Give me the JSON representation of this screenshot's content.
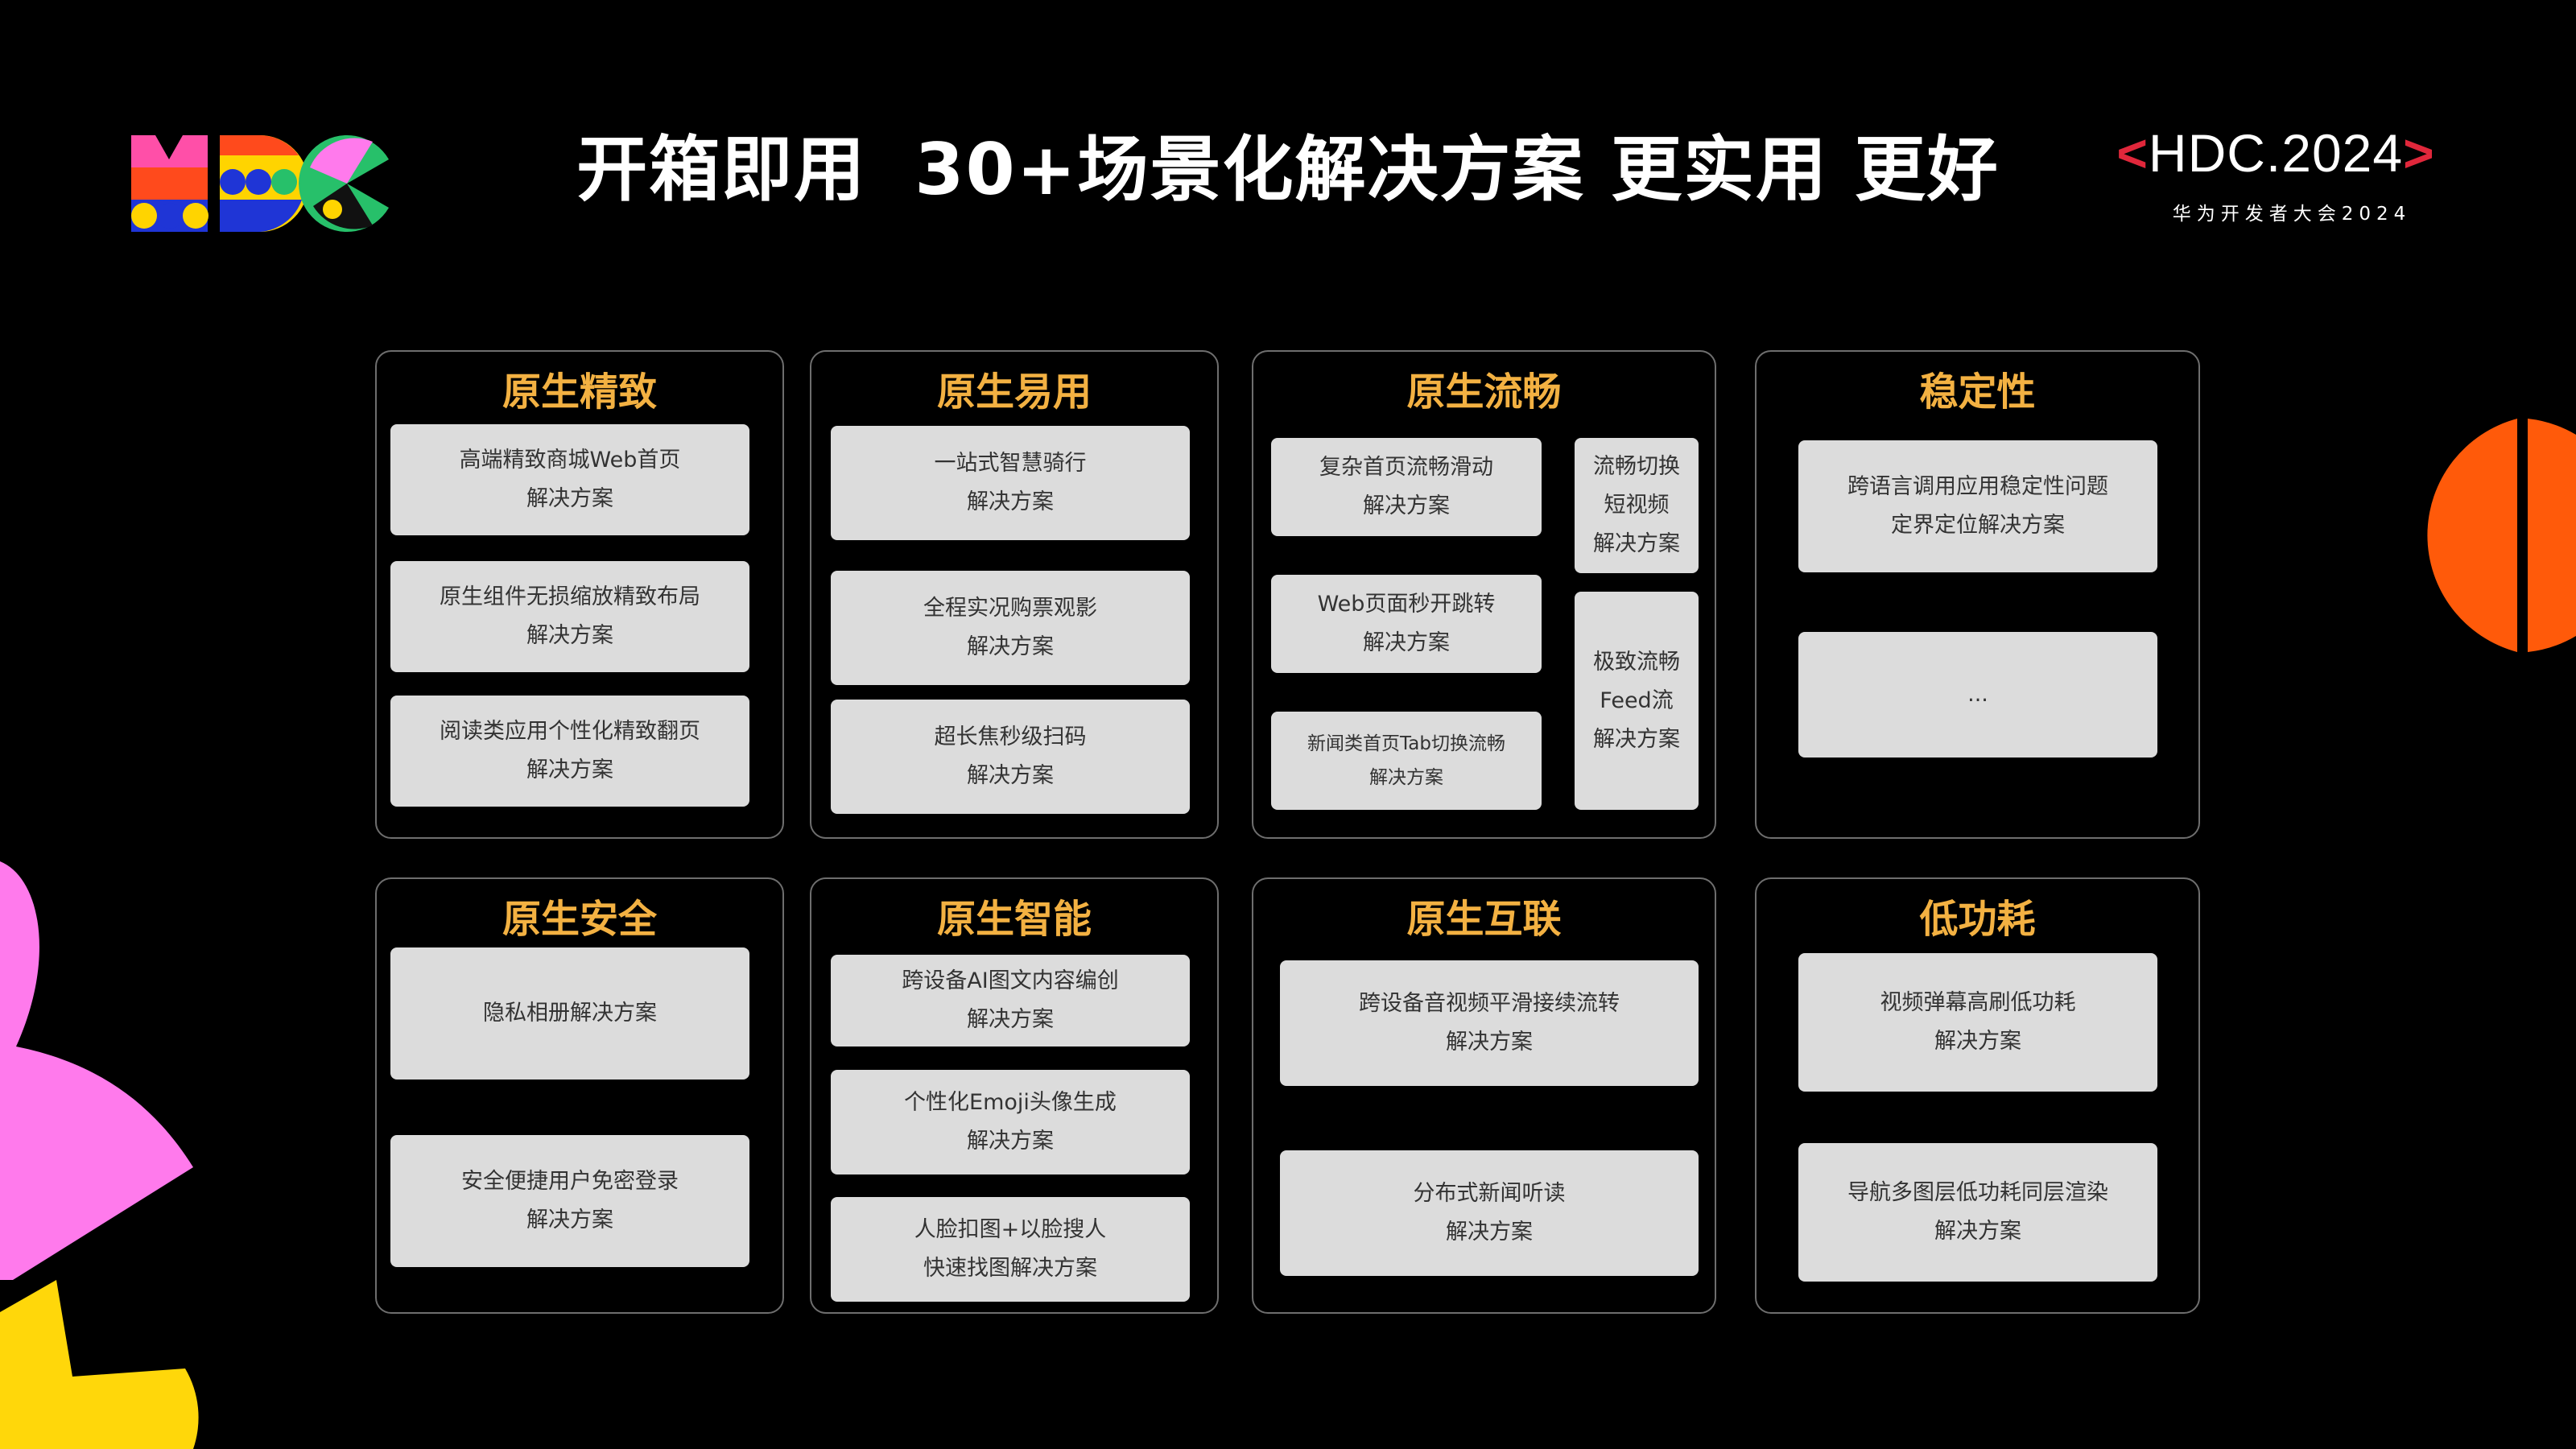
{
  "header": {
    "title_part1": "开箱即用",
    "title_part2": "30+场景化解决方案 更实用 更好",
    "brand_lt": "<",
    "brand_name": "HDC.2024",
    "brand_gt": ">",
    "brand_sub": "华为开发者大会2024",
    "logo_icon": "hdc-logo-icon"
  },
  "panels": {
    "native_refined": {
      "title": "原生精致",
      "items": [
        {
          "line1": "高端精致商城Web首页",
          "line2": "解决方案"
        },
        {
          "line1": "原生组件无损缩放精致布局",
          "line2": "解决方案"
        },
        {
          "line1": "阅读类应用个性化精致翻页",
          "line2": "解决方案"
        }
      ]
    },
    "native_easy": {
      "title": "原生易用",
      "items": [
        {
          "line1": "一站式智慧骑行",
          "line2": "解决方案"
        },
        {
          "line1": "全程实况购票观影",
          "line2": "解决方案"
        },
        {
          "line1": "超长焦秒级扫码",
          "line2": "解决方案"
        }
      ]
    },
    "native_smooth": {
      "title": "原生流畅",
      "items": [
        {
          "line1": "复杂首页流畅滑动",
          "line2": "解决方案"
        },
        {
          "line1": "Web页面秒开跳转",
          "line2": "解决方案"
        },
        {
          "line1": "新闻类首页Tab切换流畅",
          "line2": "解决方案"
        }
      ],
      "side_items": [
        {
          "line1": "流畅切换",
          "line2": "短视频",
          "line3": "解决方案"
        },
        {
          "line1": "极致流畅",
          "line2": "Feed流",
          "line3": "解决方案"
        }
      ]
    },
    "stability": {
      "title": "稳定性",
      "items": [
        {
          "line1": "跨语言调用应用稳定性问题",
          "line2": "定界定位解决方案"
        },
        {
          "line1": "...",
          "line2": ""
        }
      ]
    },
    "native_security": {
      "title": "原生安全",
      "items": [
        {
          "line1": "隐私相册解决方案",
          "line2": ""
        },
        {
          "line1": "安全便捷用户免密登录",
          "line2": "解决方案"
        }
      ]
    },
    "native_intelligence": {
      "title": "原生智能",
      "items": [
        {
          "line1": "跨设备AI图文内容编创",
          "line2": "解决方案"
        },
        {
          "line1": "个性化Emoji头像生成",
          "line2": "解决方案"
        },
        {
          "line1": "人脸扣图+以脸搜人",
          "line2": "快速找图解决方案"
        }
      ]
    },
    "native_interconnect": {
      "title": "原生互联",
      "items": [
        {
          "line1": "跨设备音视频平滑接续流转",
          "line2": "解决方案"
        },
        {
          "line1": "分布式新闻听读",
          "line2": "解决方案"
        }
      ]
    },
    "low_power": {
      "title": "低功耗",
      "items": [
        {
          "line1": "视频弹幕高刷低功耗",
          "line2": "解决方案"
        },
        {
          "line1": "导航多图层低功耗同层渲染",
          "line2": "解决方案"
        }
      ]
    }
  },
  "colors": {
    "accent_title": "#f3b142",
    "card_bg": "#dcdcdc",
    "brand_red": "#e0273b",
    "deco_orange": "#ff5a0a",
    "deco_pink": "#ff7aec",
    "deco_yellow": "#ffd70a"
  }
}
